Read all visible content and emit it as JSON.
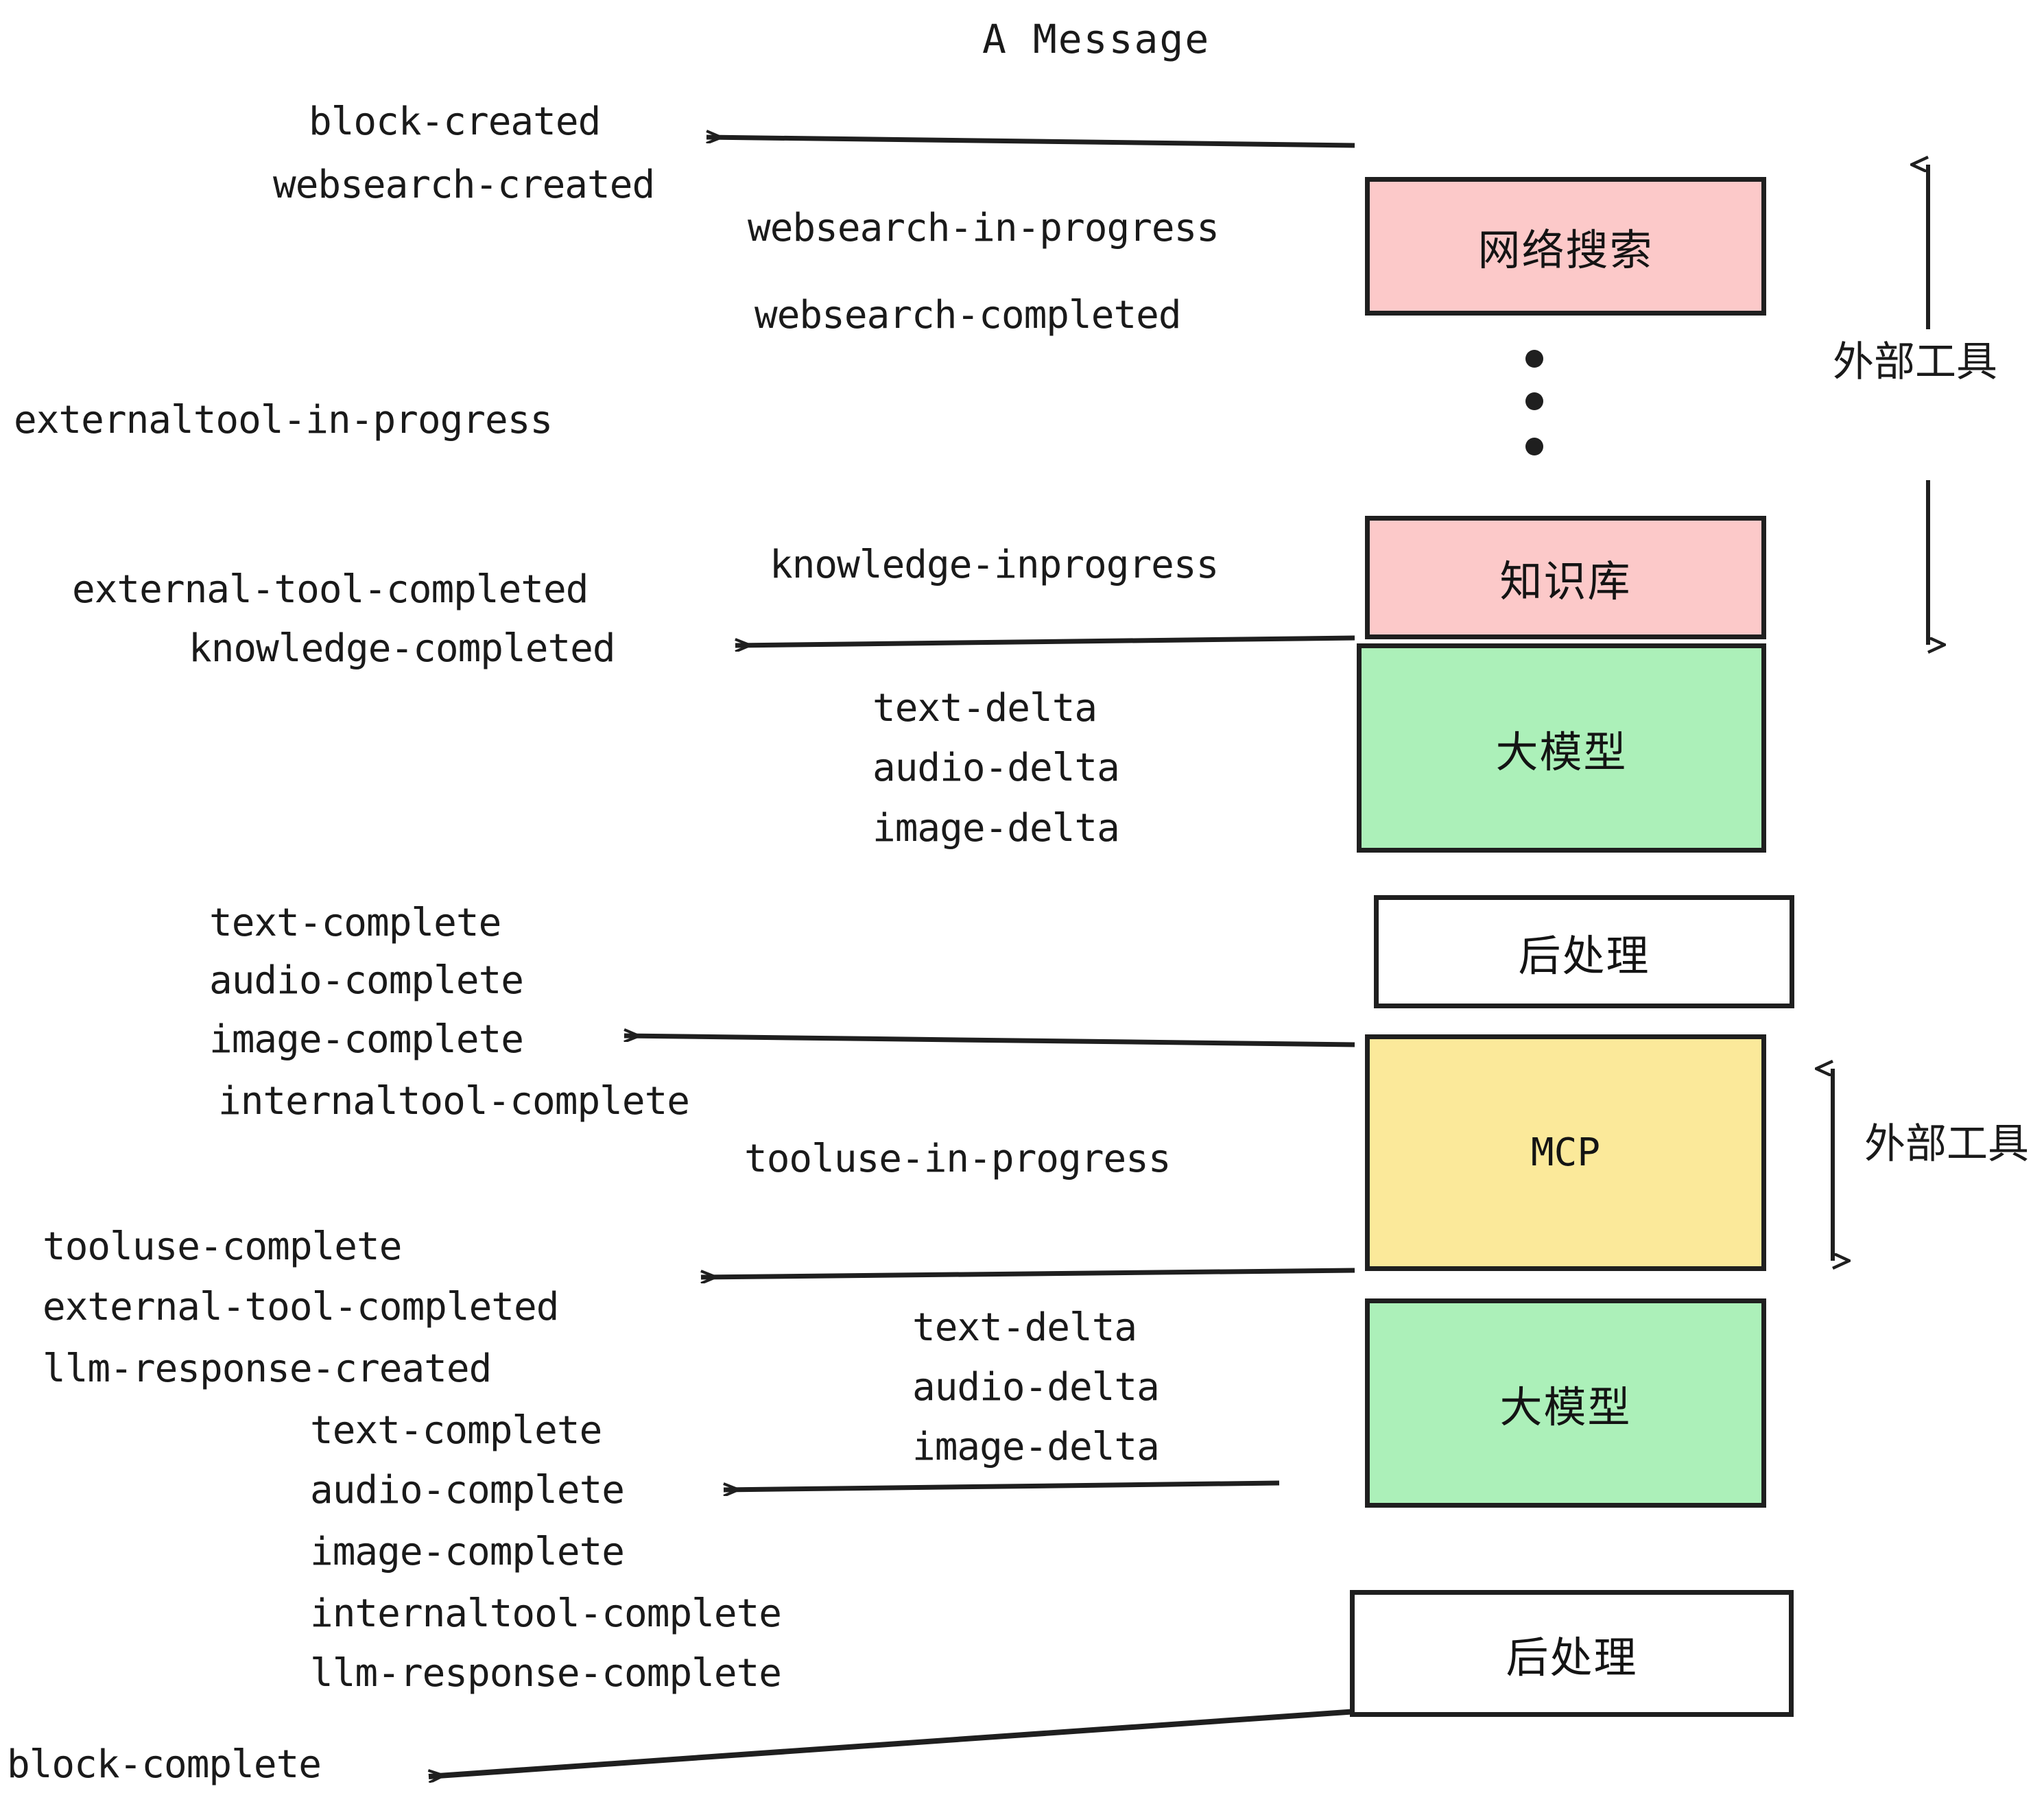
{
  "title": "A Message",
  "boxes": [
    {
      "id": "websearch",
      "label": "网络搜索",
      "fill": "#FCC9C9",
      "mono": false
    },
    {
      "id": "knowledge",
      "label": "知识库",
      "fill": "#FCC9C9",
      "mono": false
    },
    {
      "id": "llm-top",
      "label": "大模型",
      "fill": "#ACF0B9",
      "mono": false
    },
    {
      "id": "post-top",
      "label": "后处理",
      "fill": "#FFFFFF",
      "mono": false
    },
    {
      "id": "mcp",
      "label": "MCP",
      "fill": "#FBE99A",
      "mono": true
    },
    {
      "id": "llm-bottom",
      "label": "大模型",
      "fill": "#ACF0B9",
      "mono": false
    },
    {
      "id": "post-bottom",
      "label": "后处理",
      "fill": "#FFFFFF",
      "mono": false
    }
  ],
  "side_labels": {
    "external_tools_top": "外部工具",
    "external_tools_bottom": "外部工具"
  },
  "events": {
    "block_created": "block-created",
    "websearch_created": "websearch-created",
    "websearch_in_progress": "websearch-in-progress",
    "websearch_completed": "websearch-completed",
    "externaltool_in_progress": "externaltool-in-progress",
    "knowledge_inprogress": "knowledge-inprogress",
    "external_tool_completed_1": "external-tool-completed",
    "knowledge_completed": "knowledge-completed",
    "text_delta_1": "text-delta",
    "audio_delta_1": "audio-delta",
    "image_delta_1": "image-delta",
    "text_complete_1": "text-complete",
    "audio_complete_1": "audio-complete",
    "image_complete_1": "image-complete",
    "internaltool_complete_1": "internaltool-complete",
    "tooluse_in_progress": "tooluse-in-progress",
    "tooluse_complete": "tooluse-complete",
    "external_tool_completed_2": "external-tool-completed",
    "llm_response_created": "llm-response-created",
    "text_delta_2": "text-delta",
    "audio_delta_2": "audio-delta",
    "image_delta_2": "image-delta",
    "text_complete_2": "text-complete",
    "audio_complete_2": "audio-complete",
    "image_complete_2": "image-complete",
    "internaltool_complete_2": "internaltool-complete",
    "llm_response_complete": "llm-response-complete",
    "block_complete": "block-complete"
  },
  "colors": {
    "pink": "#FCC9C9",
    "green": "#ACF0B9",
    "yellow": "#FBE99A",
    "white": "#FFFFFF",
    "stroke": "#1F1F1F"
  },
  "ellipsis": "•••"
}
